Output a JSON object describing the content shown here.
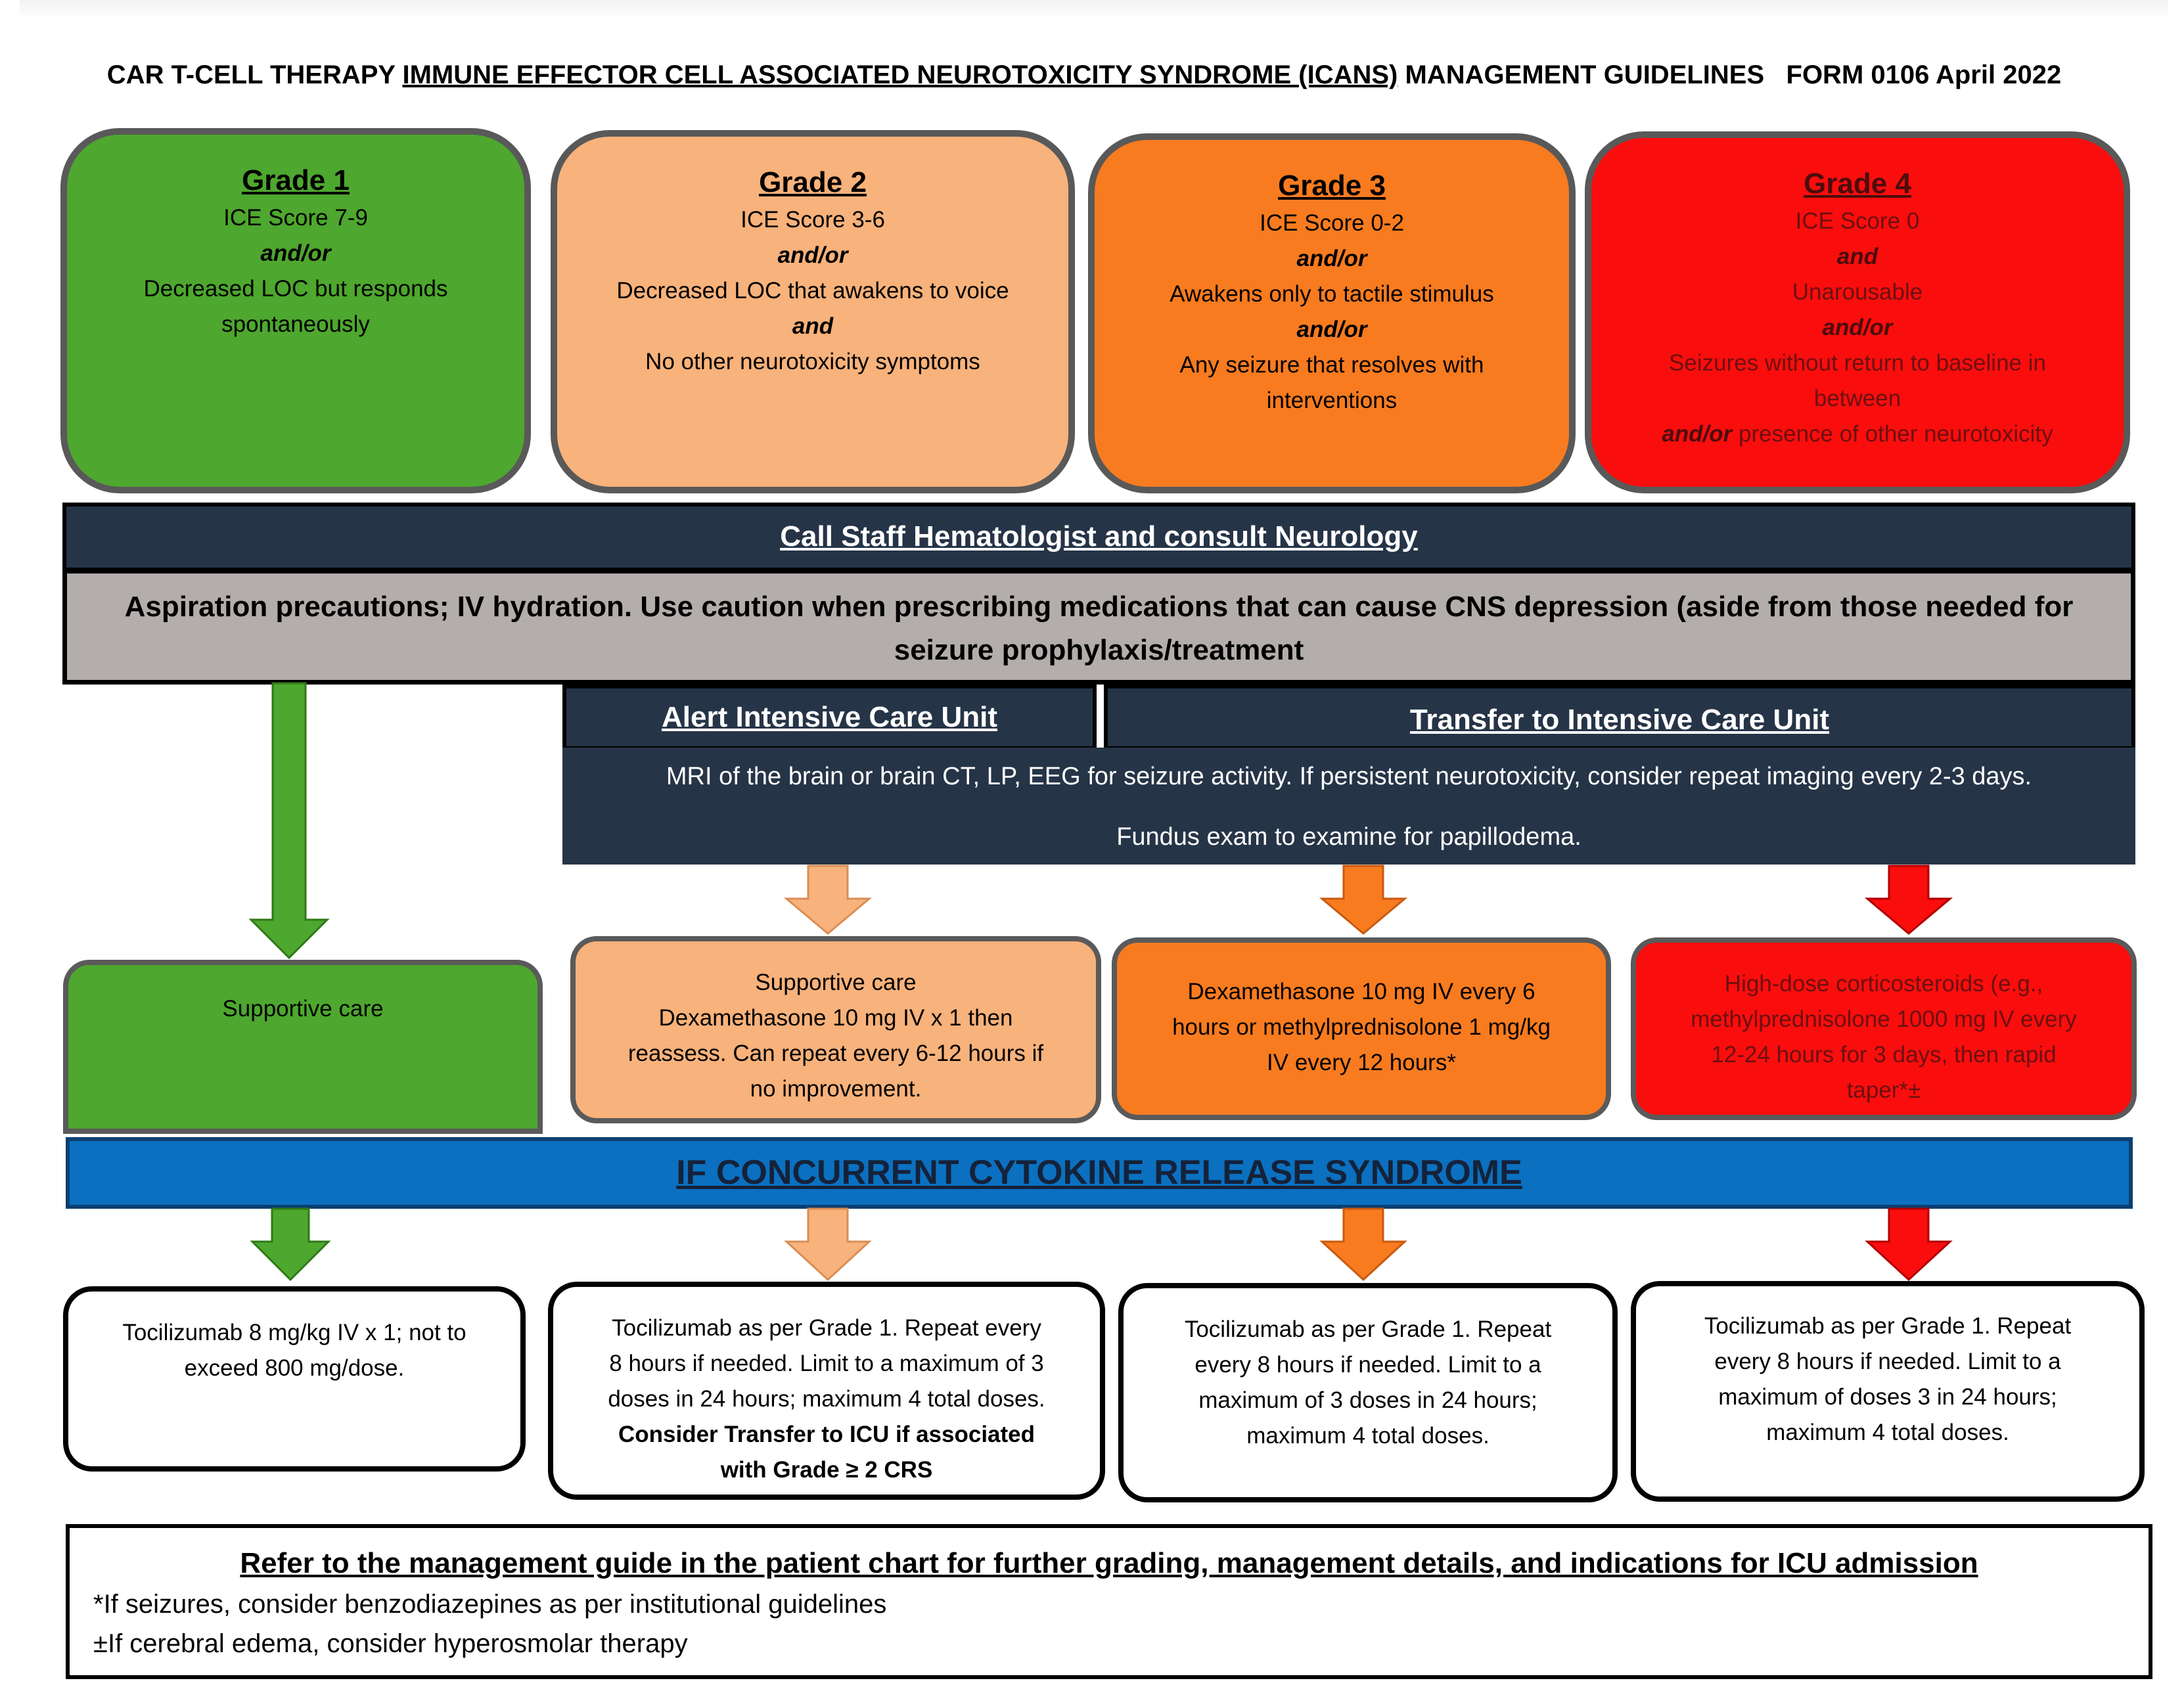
{
  "title": {
    "prefix": "CAR T-CELL THERAPY ",
    "underlined": "IMMUNE EFFECTOR CELL ASSOCIATED NEUROTOXICITY SYNDROME (ICANS)",
    "suffix": " MANAGEMENT GUIDELINES   FORM 0106 April 2022"
  },
  "grades": [
    {
      "title": "Grade 1",
      "lines": [
        "ICE Score 7-9",
        "and/or",
        "Decreased LOC but responds",
        "spontaneously"
      ]
    },
    {
      "title": "Grade 2",
      "lines": [
        "ICE Score 3-6",
        "and/or",
        "Decreased LOC that awakens to voice",
        "and",
        "No other neurotoxicity symptoms"
      ]
    },
    {
      "title": "Grade 3",
      "lines": [
        "ICE Score 0-2",
        "and/or",
        "Awakens only to tactile stimulus",
        "and/or",
        "Any seizure that resolves with",
        "interventions"
      ]
    },
    {
      "title": "Grade 4",
      "lines": [
        "ICE Score 0",
        "and",
        "Unarousable",
        "and/or",
        "Seizures without return to baseline in",
        "between"
      ],
      "last_em": "and/or",
      "last_rest": " presence of other neurotoxicity"
    }
  ],
  "call_bar": "Call Staff Hematologist and consult Neurology",
  "aspiration": "Aspiration precautions; IV hydration. Use caution when prescribing medications that can cause CNS depression (aside from those needed for seizure prophylaxis/treatment",
  "alert_icu": "Alert Intensive Care Unit",
  "transfer_icu": "Transfer to Intensive Care Unit",
  "mri": {
    "line1": "MRI of the brain or brain CT, LP, EEG for seizure activity. If persistent neurotoxicity, consider repeat imaging every 2-3 days.",
    "line2": "Fundus exam to examine for papillodema."
  },
  "treatment": [
    {
      "lines": [
        "Supportive care"
      ]
    },
    {
      "lines": [
        "Supportive care",
        "Dexamethasone 10 mg IV x 1 then",
        "reassess. Can repeat every 6-12 hours if",
        "no improvement."
      ]
    },
    {
      "lines": [
        "Dexamethasone 10 mg IV every 6",
        "hours or methylprednisolone 1 mg/kg",
        "IV every 12 hours*"
      ]
    },
    {
      "lines": [
        "High-dose corticosteroids (e.g.,",
        "methylprednisolone 1000 mg IV every",
        "12-24 hours for 3 days, then rapid",
        "taper*±"
      ]
    }
  ],
  "crs_bar": "IF CONCURRENT CYTOKINE RELEASE SYNDROME",
  "tocilizumab": [
    {
      "lines": [
        "Tocilizumab 8 mg/kg IV x 1; not to",
        "exceed 800 mg/dose."
      ]
    },
    {
      "lines": [
        "Tocilizumab as per Grade 1. Repeat every",
        "8 hours if needed. Limit to a maximum of 3",
        "doses in 24 hours; maximum 4 total doses."
      ],
      "bold_lines": [
        "Consider Transfer to ICU if associated",
        "with Grade ≥ 2 CRS"
      ]
    },
    {
      "lines": [
        "Tocilizumab as per Grade 1. Repeat",
        "every 8 hours if needed. Limit to a",
        "maximum of 3 doses in 24 hours;",
        "maximum 4 total doses."
      ]
    },
    {
      "lines": [
        "Tocilizumab as per Grade 1. Repeat",
        "every 8 hours if needed. Limit to a",
        "maximum of doses 3 in 24 hours;",
        "maximum 4 total doses."
      ]
    }
  ],
  "footer": {
    "heading": "Refer to the management guide in the patient chart for further grading, management details, and indications for ICU admission",
    "note1": "*If seizures, consider benzodiazepines as per institutional guidelines",
    "note2": "±If cerebral edema, consider hyperosmolar therapy"
  },
  "colors": {
    "grade1": "#4ea72e",
    "grade2": "#f8b27b",
    "grade3": "#f87b20",
    "grade4": "#fa0d0d",
    "navy": "#263447",
    "grey": "#b3aeac",
    "crs_blue": "#0b70c0"
  }
}
